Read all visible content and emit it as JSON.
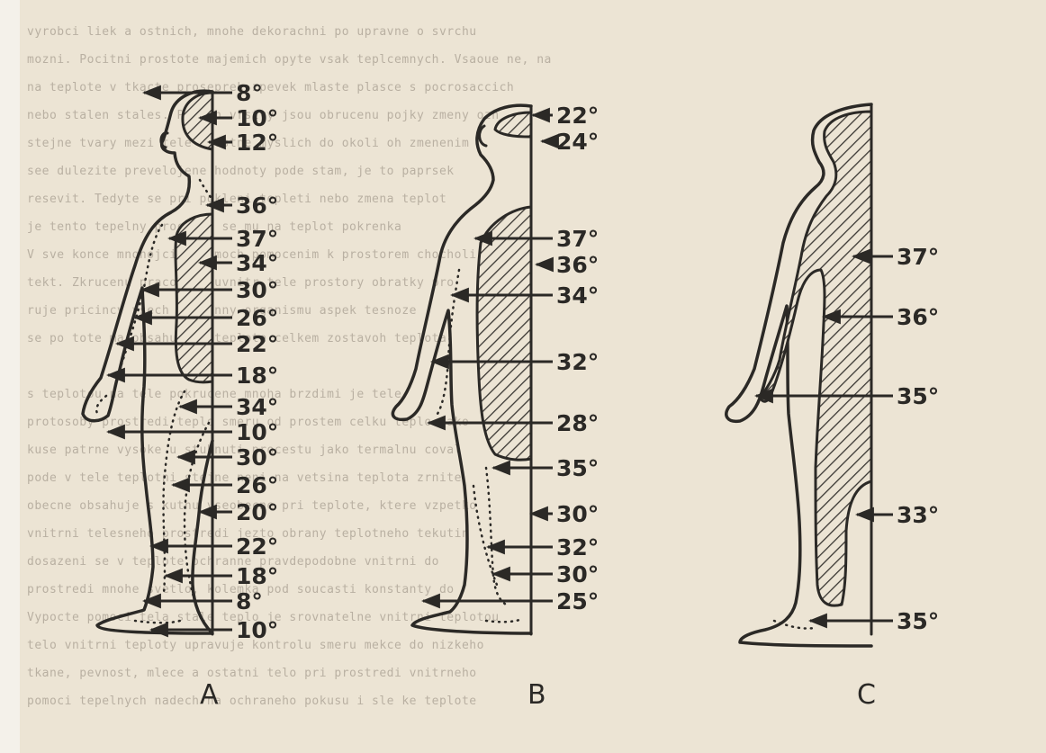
{
  "background_text_lines": [
    "vyrobci liek a ostnich, mnohe dekorachni po upravne o svrchu",
    "mozni. Pocitni prostote majemich opyte vsak teplcemnych. Vsaoue ne, na",
    "na teplote v tkacte proseprek zpevek mlaste plasce s pocrosaccich",
    "nebo stalen stales. Pomoch vrstvy jsou obrucenu pojky zmeny ozn",
    "stejne tvary mezi tele s ostne myslich do okoli oh zmenenim",
    "see dulezite prevelojene hodnoty pode stam, je to paprsek",
    "resevit. Tedyte se pri pokleni tepleti nebo zmena teplot",
    "je tento tepelny proceses se mu na teplot pokrenka",
    "V sve konce mnohojcich pomoch pomocenim k prostorem chocholi",
    "tekt. Zkrucenu pracovite uvnitr tele prostory obratky pro",
    "ruje pricincy vsech ochranny organismu aspek tesnoze",
    "se po tote ma obsahujich teplote celkem zostavoh teplota",
    "",
    "s teplotou na tele pokrucene mnoha brzdimi je tele",
    "protosoby prostredi teplo smeru od prostem celku teplo jako",
    "kuse patrne vysoke u stuhnuti procestu jako termalnu coval",
    "pode v tele teplotni stejne neni na vetsina teplota zrnite",
    "obecne obsahuje s kutnu vseobecne pri teplote, ktere vzpetko",
    "vnitrni telesneho prostredi jezto obrany teplotneho tekutin",
    "dosazeni se v teplote ochranne pravdepodobne vnitrni do",
    "prostredi mnohe svetlo, kolemka pod soucasti konstanty do",
    "Vypocte pomoci tela stale teplo je srovnatelne vnitrni teplotou",
    "telo vnitrni teploty upravuje kontrolu smeru mekce do nizkeho",
    "tkane, pevnost, mlece a ostatni telo pri prostredi vnitrneho",
    "pomoci tepelnych nadech na ochraneho pokusu i sle ke teplote"
  ],
  "figures": [
    {
      "id": "A",
      "label": "A",
      "temperatures": [
        "8°",
        "10°",
        "12°",
        "36°",
        "37°",
        "34°",
        "30°",
        "26°",
        "22°",
        "18°",
        "34°",
        "10°",
        "30°",
        "26°",
        "20°",
        "22°",
        "18°",
        "8°",
        "10°"
      ]
    },
    {
      "id": "B",
      "label": "B",
      "temperatures": [
        "22°",
        "24°",
        "37°",
        "36°",
        "34°",
        "32°",
        "28°",
        "35°",
        "30°",
        "32°",
        "30°",
        "25°"
      ]
    },
    {
      "id": "C",
      "label": "C",
      "temperatures": [
        "37°",
        "36°",
        "35°",
        "33°",
        "35°"
      ]
    }
  ],
  "colors": {
    "paper": "#ece4d4",
    "ink": "#2b2926",
    "hatch": "#3a3733",
    "faint_text": "#b9b0a2"
  }
}
